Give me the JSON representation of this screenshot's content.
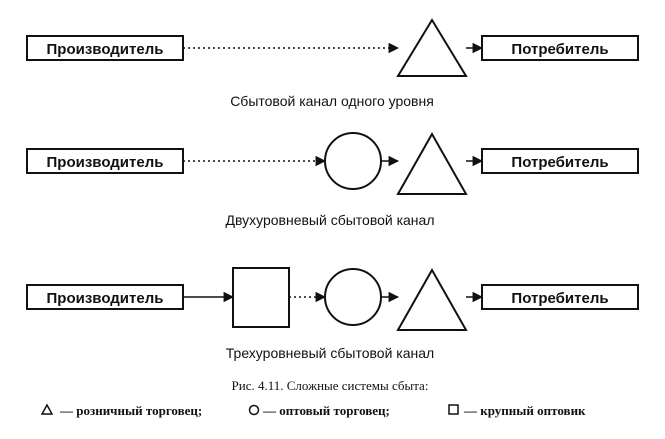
{
  "diagram": {
    "rows": [
      {
        "producer": "Производитель",
        "consumer": "Потребитель",
        "caption": "Сбытовой канал одного уровня",
        "intermediaries": [
          "retailer"
        ]
      },
      {
        "producer": "Производитель",
        "consumer": "Потребитель",
        "caption": "Двухуровневый сбытовой канал",
        "intermediaries": [
          "wholesaler",
          "retailer"
        ]
      },
      {
        "producer": "Производитель",
        "consumer": "Потребитель",
        "caption": "Трехуровневый сбытовой канал",
        "intermediaries": [
          "large-wholesaler",
          "wholesaler",
          "retailer"
        ]
      }
    ],
    "figure_caption": "Рис. 4.11. Сложные системы сбыта:",
    "legend": {
      "retailer": "— розничный торговец;",
      "wholesaler": "— оптовый торговец;",
      "large_wholesaler": "— крупный оптовик"
    },
    "colors": {
      "stroke": "#111111",
      "background": "#ffffff"
    }
  }
}
